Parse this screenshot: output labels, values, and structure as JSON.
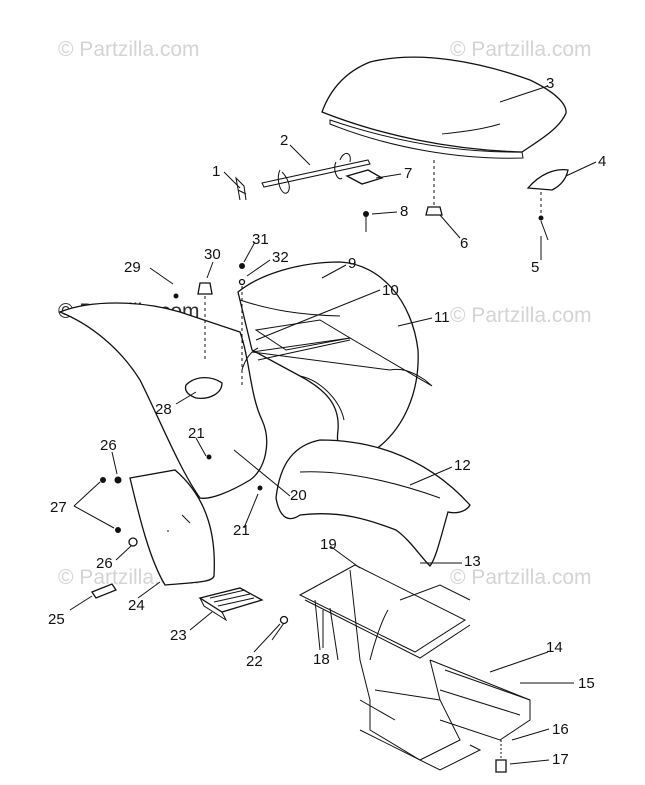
{
  "watermark": "© Partzilla.com",
  "callouts": [
    "1",
    "2",
    "3",
    "4",
    "5",
    "6",
    "7",
    "8",
    "9",
    "10",
    "11",
    "12",
    "13",
    "14",
    "15",
    "16",
    "17",
    "18",
    "19",
    "20",
    "21",
    "21",
    "22",
    "23",
    "24",
    "25",
    "26",
    "26",
    "27",
    "28",
    "29",
    "30",
    "31",
    "32"
  ]
}
